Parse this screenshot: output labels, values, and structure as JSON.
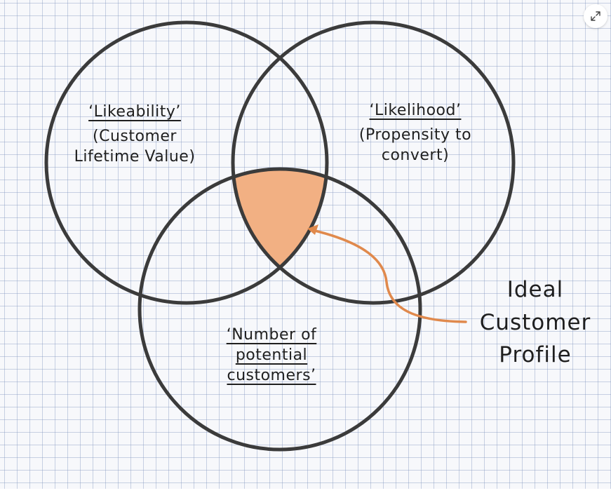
{
  "diagram": {
    "circles": [
      {
        "id": "likeability",
        "title": "‘Likeability’",
        "subtitle_lines": [
          "(Customer",
          "Lifetime Value)"
        ]
      },
      {
        "id": "likelihood",
        "title": "‘Likelihood’",
        "subtitle_lines": [
          "(Propensity to",
          "convert)"
        ]
      },
      {
        "id": "market-size",
        "title_lines": [
          "‘Number of",
          "potential",
          "customers’"
        ]
      }
    ],
    "intersection_label_lines": [
      "Ideal",
      "Customer",
      "Profile"
    ],
    "colors": {
      "outline": "#3b3b3b",
      "highlight": "#f2b083",
      "arrow": "#e0894c",
      "grid": "#8296be"
    }
  },
  "ui": {
    "expand_icon": "expand-arrows-icon"
  }
}
